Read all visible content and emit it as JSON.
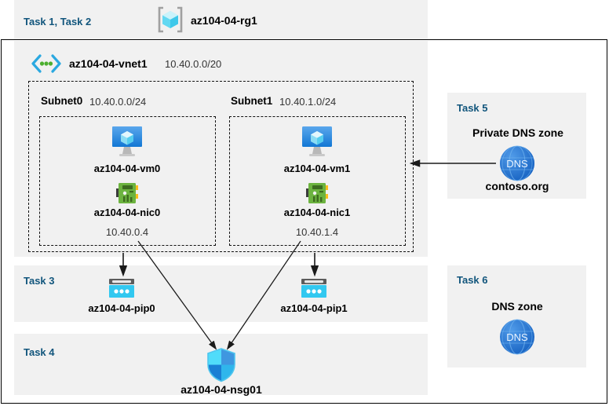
{
  "diagram": {
    "resource_group": {
      "task_label": "Task 1, Task 2",
      "name": "az104-04-rg1",
      "icon": "resource-group-icon"
    },
    "vnet": {
      "name": "az104-04-vnet1",
      "address_space": "10.40.0.0/20",
      "icon": "virtual-network-icon"
    },
    "subnets": [
      {
        "name": "Subnet0",
        "cidr": "10.40.0.0/24",
        "vm": {
          "name": "az104-04-vm0",
          "icon": "virtual-machine-icon"
        },
        "nic": {
          "name": "az104-04-nic0",
          "ip": "10.40.0.4",
          "icon": "network-interface-icon"
        }
      },
      {
        "name": "Subnet1",
        "cidr": "10.40.1.0/24",
        "vm": {
          "name": "az104-04-vm1",
          "icon": "virtual-machine-icon"
        },
        "nic": {
          "name": "az104-04-nic1",
          "ip": "10.40.1.4",
          "icon": "network-interface-icon"
        }
      }
    ],
    "task3": {
      "task_label": "Task 3",
      "public_ips": [
        {
          "name": "az104-04-pip0",
          "icon": "public-ip-address-icon"
        },
        {
          "name": "az104-04-pip1",
          "icon": "public-ip-address-icon"
        }
      ]
    },
    "task4": {
      "task_label": "Task 4",
      "nsg": {
        "name": "az104-04-nsg01",
        "icon": "network-security-group-icon"
      }
    },
    "task5": {
      "task_label": "Task 5",
      "heading": "Private DNS zone",
      "zone_name": "contoso.org",
      "icon": "dns-zone-icon",
      "icon_text": "DNS"
    },
    "task6": {
      "task_label": "Task 6",
      "heading": "DNS zone",
      "icon": "dns-zone-icon",
      "icon_text": "DNS"
    }
  },
  "colors": {
    "task_label": "#11557c",
    "panel_background": "#f1f1f1",
    "page_background": "#ffffff",
    "border": "#000000",
    "azure_blue": "#0078d4",
    "cyan": "#32c8f0",
    "nic_green": "#6bb340",
    "dns_blue": "#1f6fd0"
  }
}
